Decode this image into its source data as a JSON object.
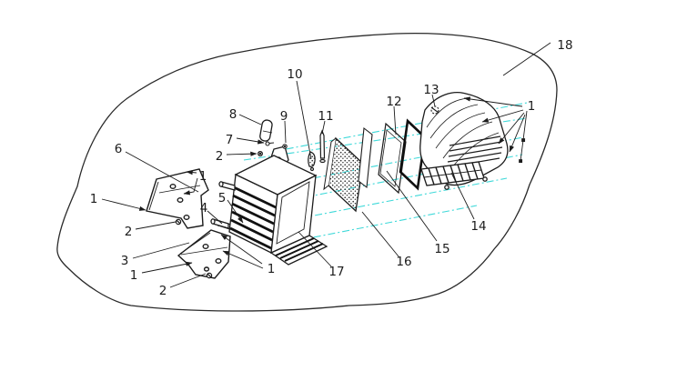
{
  "diagram": {
    "kind": "exploded-parts-diagram",
    "description": "Exploded view line drawing of an air filter housing assembly with numbered part callouts inside a freeform enclosure outline",
    "background_color": "#ffffff",
    "line_color": "#1f1f1f",
    "projection_line_color": "#3fd9d9"
  },
  "callouts": [
    {
      "text": "6"
    },
    {
      "text": "1"
    },
    {
      "text": "1"
    },
    {
      "text": "2"
    },
    {
      "text": "8"
    },
    {
      "text": "7"
    },
    {
      "text": "2"
    },
    {
      "text": "9"
    },
    {
      "text": "10"
    },
    {
      "text": "11"
    },
    {
      "text": "5"
    },
    {
      "text": "4"
    },
    {
      "text": "3"
    },
    {
      "text": "1"
    },
    {
      "text": "2"
    },
    {
      "text": "1"
    },
    {
      "text": "17"
    },
    {
      "text": "16"
    },
    {
      "text": "15"
    },
    {
      "text": "14"
    },
    {
      "text": "12"
    },
    {
      "text": "13"
    },
    {
      "text": "1"
    },
    {
      "text": "18"
    }
  ]
}
